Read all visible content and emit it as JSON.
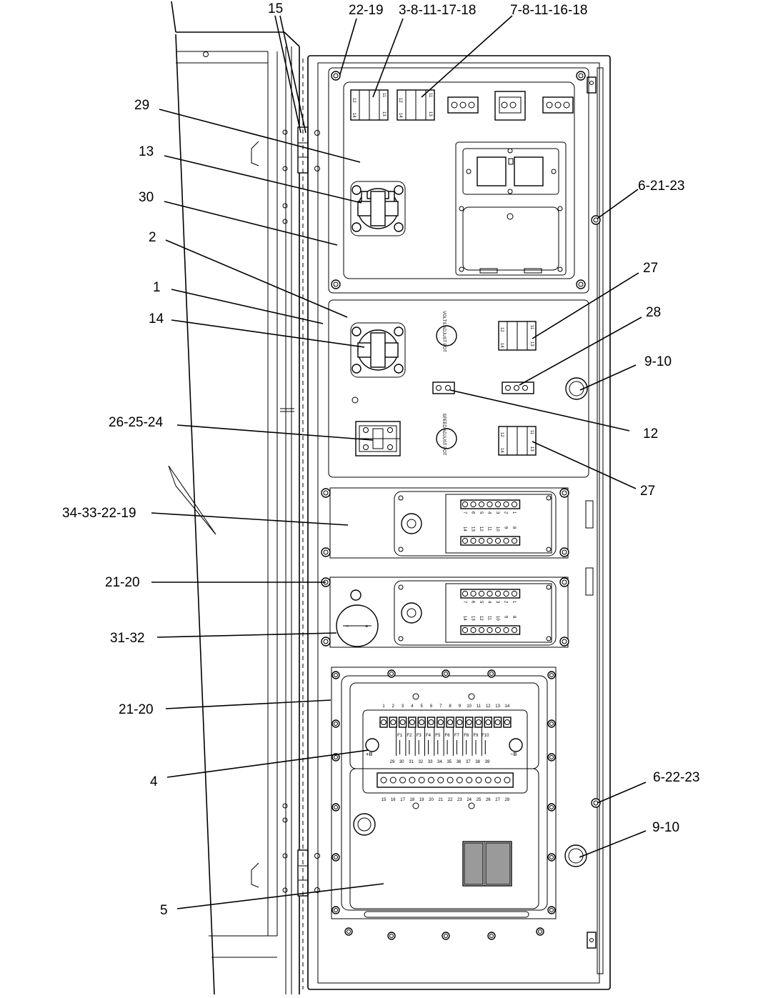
{
  "callouts": {
    "c15": "15",
    "c22_19": "22-19",
    "c3_8_11_17_18": "3-8-11-17-18",
    "c7_8_11_16_18": "7-8-11-16-18",
    "c29": "29",
    "c13": "13",
    "c6_21_23": "6-21-23",
    "c30": "30",
    "c2": "2",
    "c27_top": "27",
    "c1": "1",
    "c28": "28",
    "c14": "14",
    "c9_10_top": "9-10",
    "c26_25_24": "26-25-24",
    "c12": "12",
    "c27_bottom": "27",
    "c34_33_22_19": "34-33-22-19",
    "c21_20_mid": "21-20",
    "c31_32": "31-32",
    "c21_20_low": "21-20",
    "c4": "4",
    "c6_22_23": "6-22-23",
    "c9_10_bottom": "9-10",
    "c5": "5"
  },
  "labels": {
    "volts_adjust_pot": "VOLTS ADJUST POT",
    "speed_adjust_pot": "SPEED ADJUST POT",
    "plus_b": "+B",
    "minus_b": "−B",
    "breaker_top": "11",
    "breaker_a": "12",
    "breaker_b": "14",
    "breaker_c": "13",
    "plus_one": "+",
    "minus_one": "−"
  },
  "terminal_strip_top": {
    "row1": [
      "7",
      "6",
      "5",
      "4",
      "3",
      "2",
      "1"
    ],
    "row2": [
      "14",
      "13",
      "12",
      "11",
      "10",
      "9",
      "8"
    ]
  },
  "fuse_panel": {
    "top_numbers": [
      "1",
      "2",
      "3",
      "4",
      "5",
      "6",
      "7",
      "8",
      "9",
      "10",
      "11",
      "12",
      "13",
      "14"
    ],
    "fuses": [
      "F1",
      "F2",
      "F3",
      "F4",
      "F5",
      "F6",
      "F7",
      "F8",
      "F9",
      "F10"
    ],
    "mid_numbers": [
      "29",
      "30",
      "31",
      "32",
      "33",
      "34",
      "35",
      "36",
      "37",
      "38",
      "39"
    ],
    "bottom_numbers": [
      "15",
      "16",
      "17",
      "18",
      "19",
      "20",
      "21",
      "22",
      "23",
      "24",
      "25",
      "26",
      "27",
      "28"
    ]
  }
}
